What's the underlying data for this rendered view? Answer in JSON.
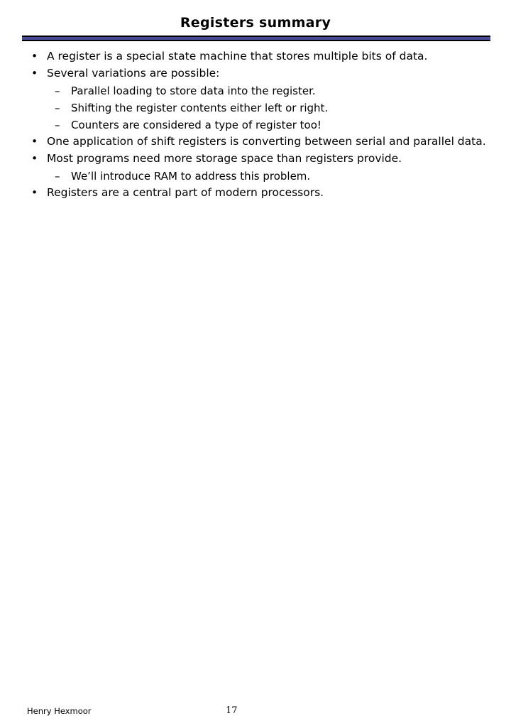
{
  "slide": {
    "title": "Registers summary",
    "accent_color": "#4b4b99",
    "rule_border_color": "#000000",
    "background_color": "#ffffff",
    "text_color": "#000000",
    "bullet_marker": "•",
    "sub_bullet_marker": "–",
    "bullets": [
      {
        "level": 1,
        "text": "A register is a special state machine that stores multiple bits of data."
      },
      {
        "level": 1,
        "text": "Several variations are possible:"
      },
      {
        "level": 2,
        "text": "Parallel loading to store data into the register."
      },
      {
        "level": 2,
        "text": "Shifting the register contents either left or right."
      },
      {
        "level": 2,
        "text": "Counters are considered a type of register too!"
      },
      {
        "level": 1,
        "text": "One application of shift registers is converting between serial and parallel data."
      },
      {
        "level": 1,
        "text": "Most programs need more storage space than registers provide."
      },
      {
        "level": 2,
        "text": "We’ll introduce RAM to address this problem."
      },
      {
        "level": 1,
        "text": "Registers are a central part of modern processors."
      }
    ]
  },
  "footer": {
    "author": "Henry Hexmoor",
    "page_number": "17"
  }
}
